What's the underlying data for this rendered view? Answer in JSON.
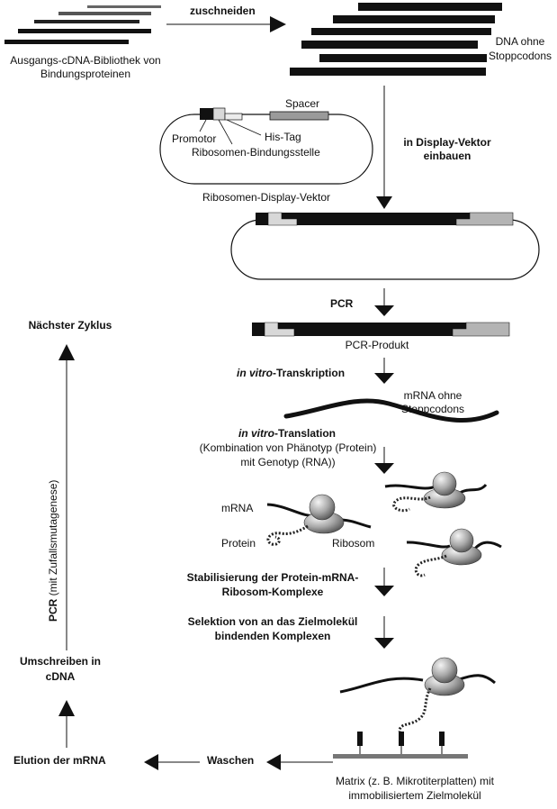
{
  "texts": {
    "cut": "zuschneiden",
    "library_line1": "Ausgangs-cDNA-Bibliothek von",
    "library_line2": "Bindungsproteinen",
    "dna_line1": "DNA ohne",
    "dna_line2": "Stoppcodons",
    "spacer": "Spacer",
    "promotor": "Promotor",
    "histag": "His-Tag",
    "rbs": "Ribosomen-Bindungsstelle",
    "vector": "Ribosomen-Display-Vektor",
    "insert_line1": "in Display-Vektor",
    "insert_line2": "einbauen",
    "pcr": "PCR",
    "next_cycle": "Nächster Zyklus",
    "pcr_product": "PCR-Produkt",
    "transcription_italic": "in vitro",
    "transcription_rest": "-Transkription",
    "mrna_no_stop_line1": "mRNA ohne",
    "mrna_no_stop_line2": "Stoppcodons",
    "translation_italic": "in vitro",
    "translation_rest": "-Translation",
    "translation_sub1": "(Kombination von Phänotyp (Protein)",
    "translation_sub2": "mit Genotyp (RNA))",
    "mrna": "mRNA",
    "protein": "Protein",
    "ribosome": "Ribosom",
    "pcr_mutagenesis_bold": "PCR",
    "pcr_mutagenesis_rest": " (mit Zufallsmutagenese)",
    "stabilize_line1": "Stabilisierung der Protein-mRNA-",
    "stabilize_line2": "Ribosom-Komplexe",
    "selection_line1": "Selektion von an das Zielmolekül",
    "selection_line2": "bindenden Komplexen",
    "rt_line1": "Umschreiben in",
    "rt_line2": "cDNA",
    "wash": "Waschen",
    "elution": "Elution der mRNA",
    "matrix_line1": "Matrix (z. B. Mikrotiterplatten) mit",
    "matrix_line2": "immobilisiertem Zielmolekül"
  },
  "colors": {
    "dna": "#111111",
    "gray_segment": "#b4b4b4",
    "light_segment": "#d8d8d8",
    "spacer": "#9a9a9a",
    "ribosome": "#8c8c8c"
  },
  "icons": [
    "arrow-down",
    "arrow-right",
    "arrow-left",
    "arrow-up",
    "ribosome",
    "plasmid"
  ]
}
